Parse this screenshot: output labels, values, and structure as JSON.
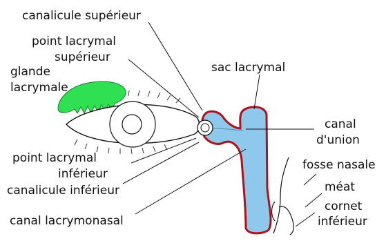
{
  "labels": {
    "canalicule_superieur": "canalicule supérieur",
    "point_lacrymal_superieur_1": "point lacrymal",
    "point_lacrymal_superieur_2": "supérieur",
    "glande_1": "glande",
    "glande_2": "lacrymale",
    "sac_lacrymal": "sac lacrymal",
    "canal_union_1": "canal",
    "canal_union_2": "d'union",
    "point_lacrymal_inferieur_1": "point lacrymal",
    "point_lacrymal_inferieur_2": "inférieur",
    "fosse_nasale": "fosse nasale",
    "canalicule_inferieur": "canalicule inférieur",
    "meat": "méat",
    "cornet_1": "cornet",
    "cornet_2": "inférieur",
    "canal_lacrymonasal": "canal lacrymonasal"
  },
  "colors": {
    "duct_fill": "#8ec8ea",
    "duct_outline": "#b0101a",
    "gland": "#2ee052",
    "line": "#111111"
  }
}
